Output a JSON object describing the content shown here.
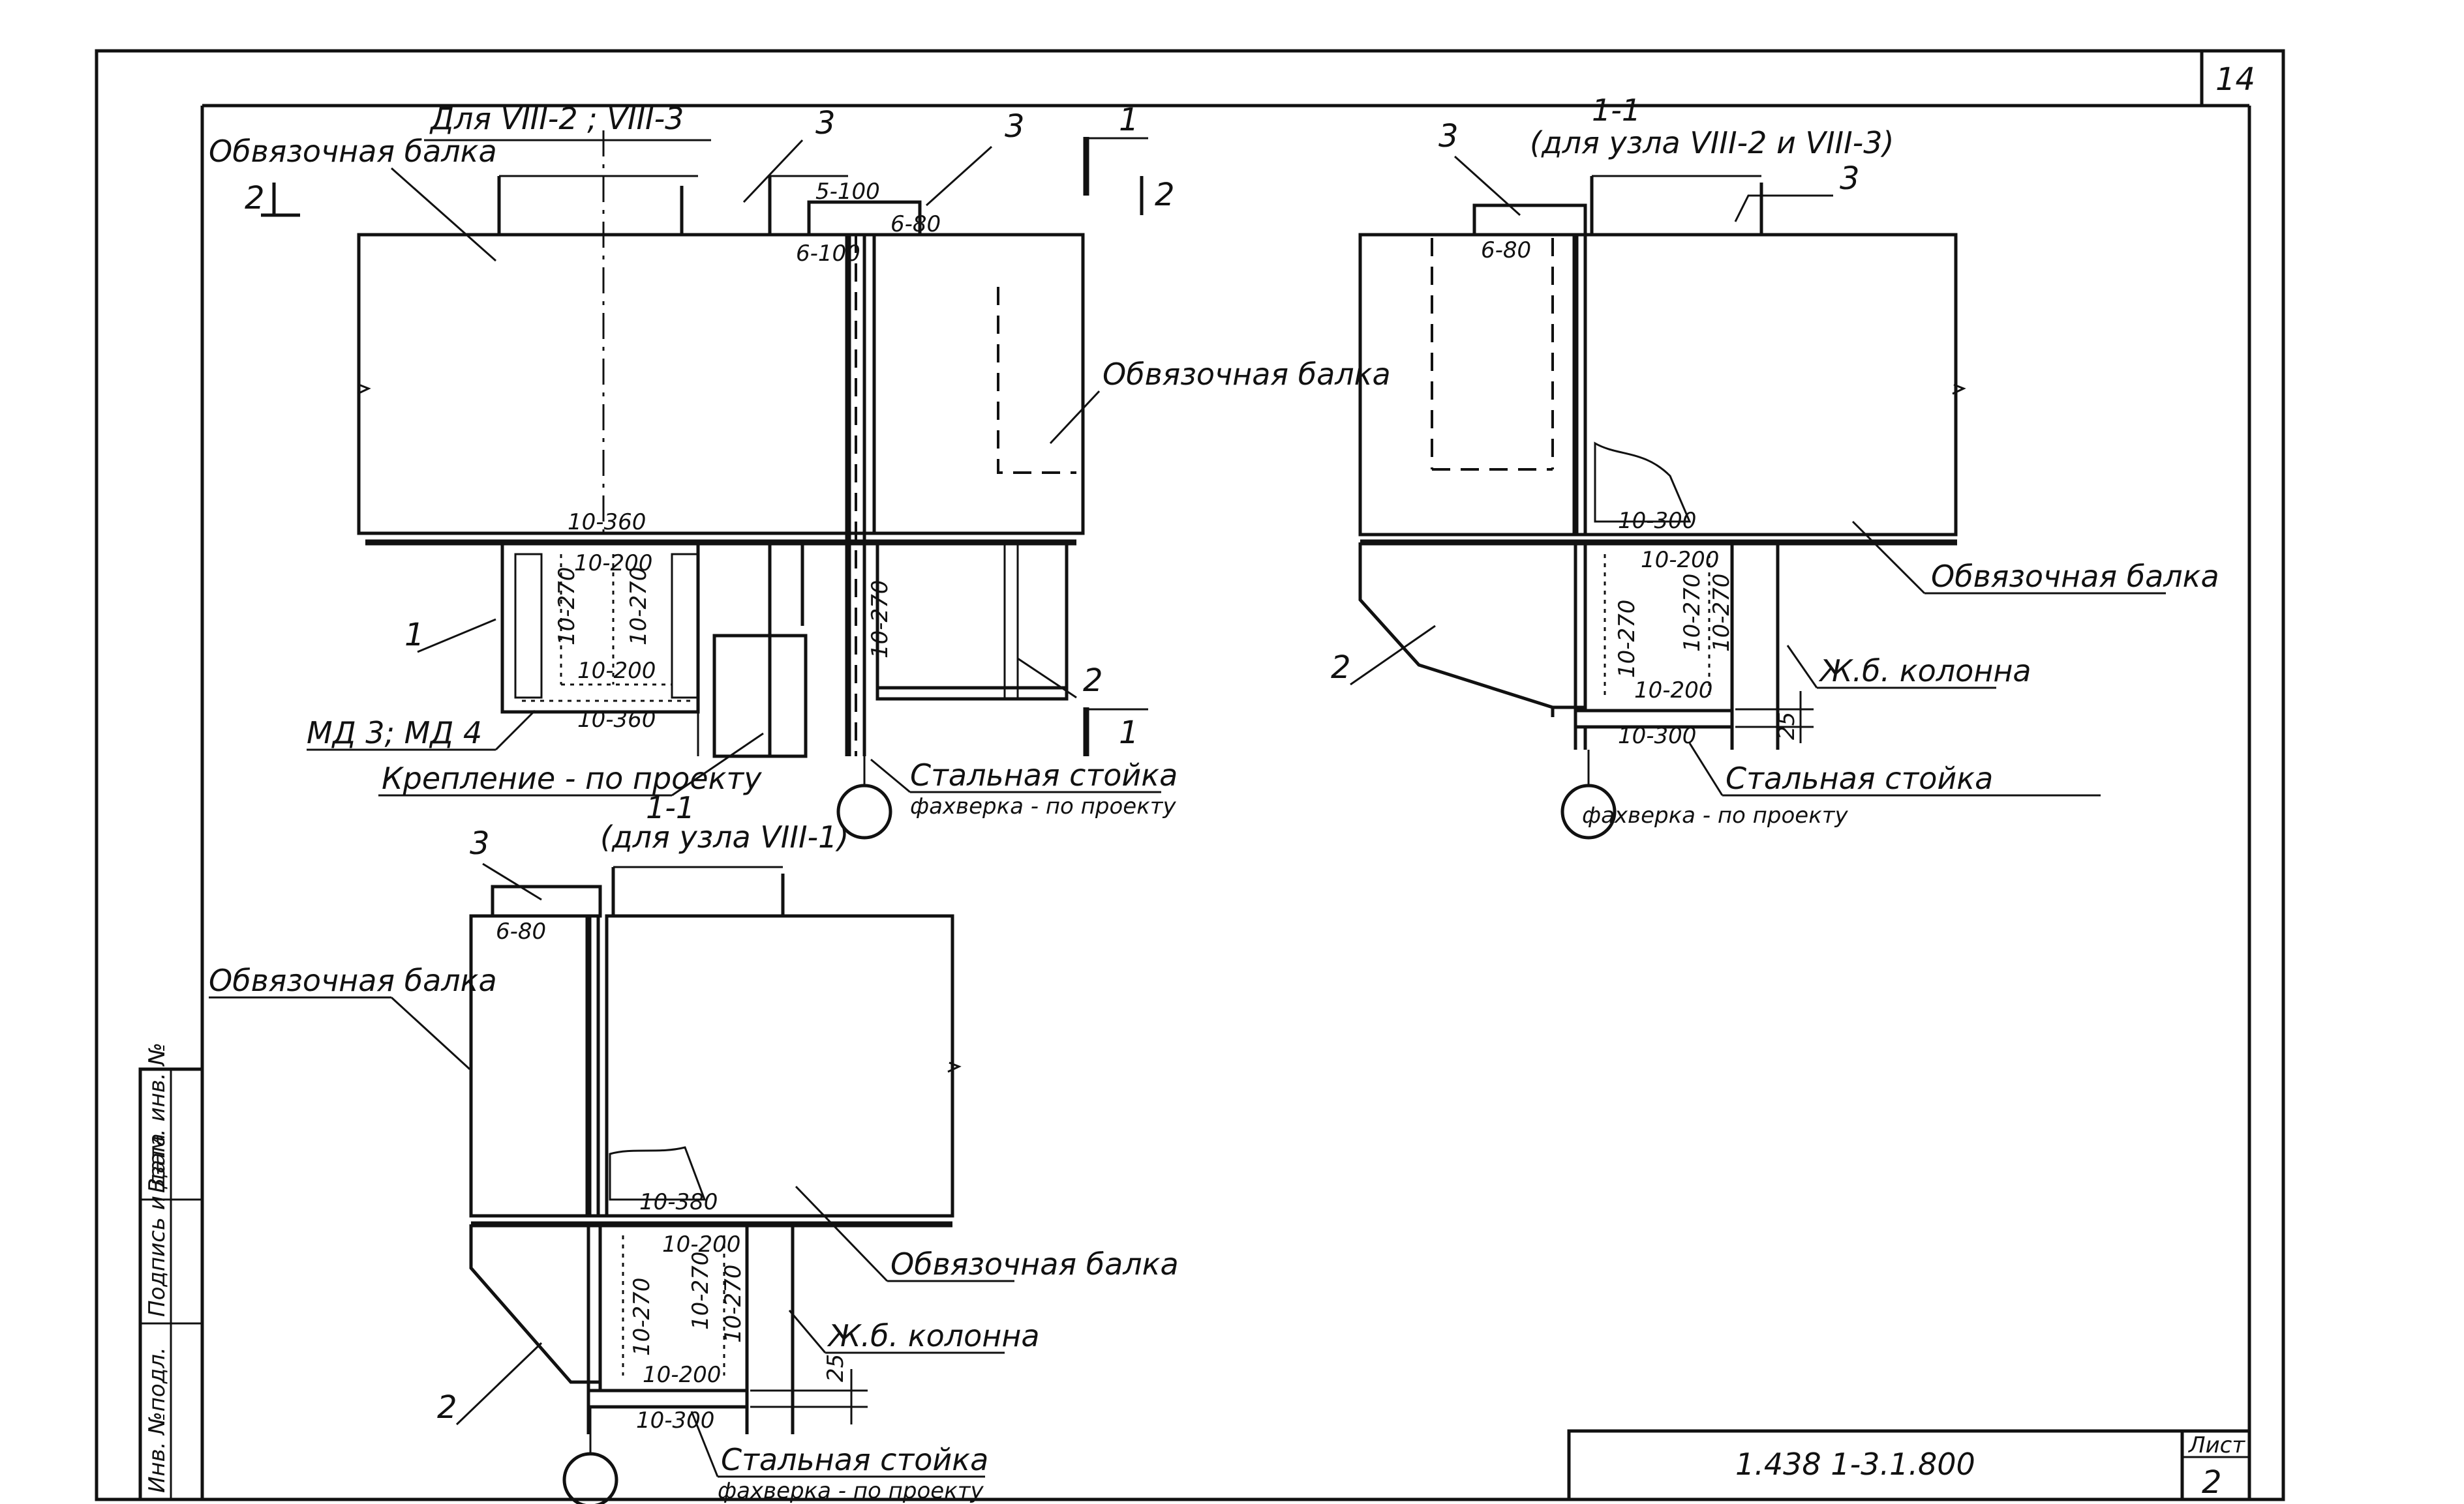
{
  "sheet": {
    "page_number": "14",
    "doc_code": "1.438 1-3.1.800",
    "sheet_label": "Лист",
    "sheet_number": "2"
  },
  "side_stamp": [
    "Инв. №подл.",
    "Подпись и дата",
    "Взам. инв. №"
  ],
  "view_main": {
    "title": "Для  VIII-2 ;  VIII-3",
    "beam_label": "Обвязочная балка",
    "beam_label_right": "Обвязочная балка",
    "weld_labels": [
      "5-100",
      "6-80",
      "6-100",
      "10-360",
      "10-200",
      "10-270",
      "10-270",
      "10-200",
      "10-360",
      "10-270"
    ],
    "callouts": [
      "3",
      "3",
      "1",
      "2"
    ],
    "section_marks": [
      "1",
      "1",
      "2",
      "2"
    ],
    "md_label": "МД 3;  МД 4",
    "fastening_label": "Крепление - по проекту",
    "post_label_1": "Стальная стойка",
    "post_label_2": "фахверка - по проекту"
  },
  "view_section_a": {
    "title": "1-1",
    "subtitle": "(для узла VIII-2 и VIII-3)",
    "callouts": [
      "3",
      "3",
      "2"
    ],
    "weld_labels": [
      "6-80",
      "10-300",
      "10-200",
      "10-270",
      "10-270",
      "10-270",
      "10-200",
      "10-300"
    ],
    "beam_label": "Обвязочная балка",
    "column_label": "Ж.б. колонна",
    "dim_25": "25",
    "post_label_1": "Стальная стойка",
    "post_label_2": "фахверка - по проекту"
  },
  "view_section_b": {
    "title": "1-1",
    "subtitle": "(для узла VIII-1)",
    "callouts": [
      "3",
      "2"
    ],
    "weld_labels": [
      "6-80",
      "10-380",
      "10-200",
      "10-270",
      "10-270",
      "10-270",
      "10-200",
      "10-300"
    ],
    "beam_label_left": "Обвязочная балка",
    "beam_label_right": "Обвязочная балка",
    "column_label": "Ж.б. колонна",
    "dim_25": "25",
    "post_label_1": "Стальная стойка",
    "post_label_2": "фахверка - по проекту"
  }
}
